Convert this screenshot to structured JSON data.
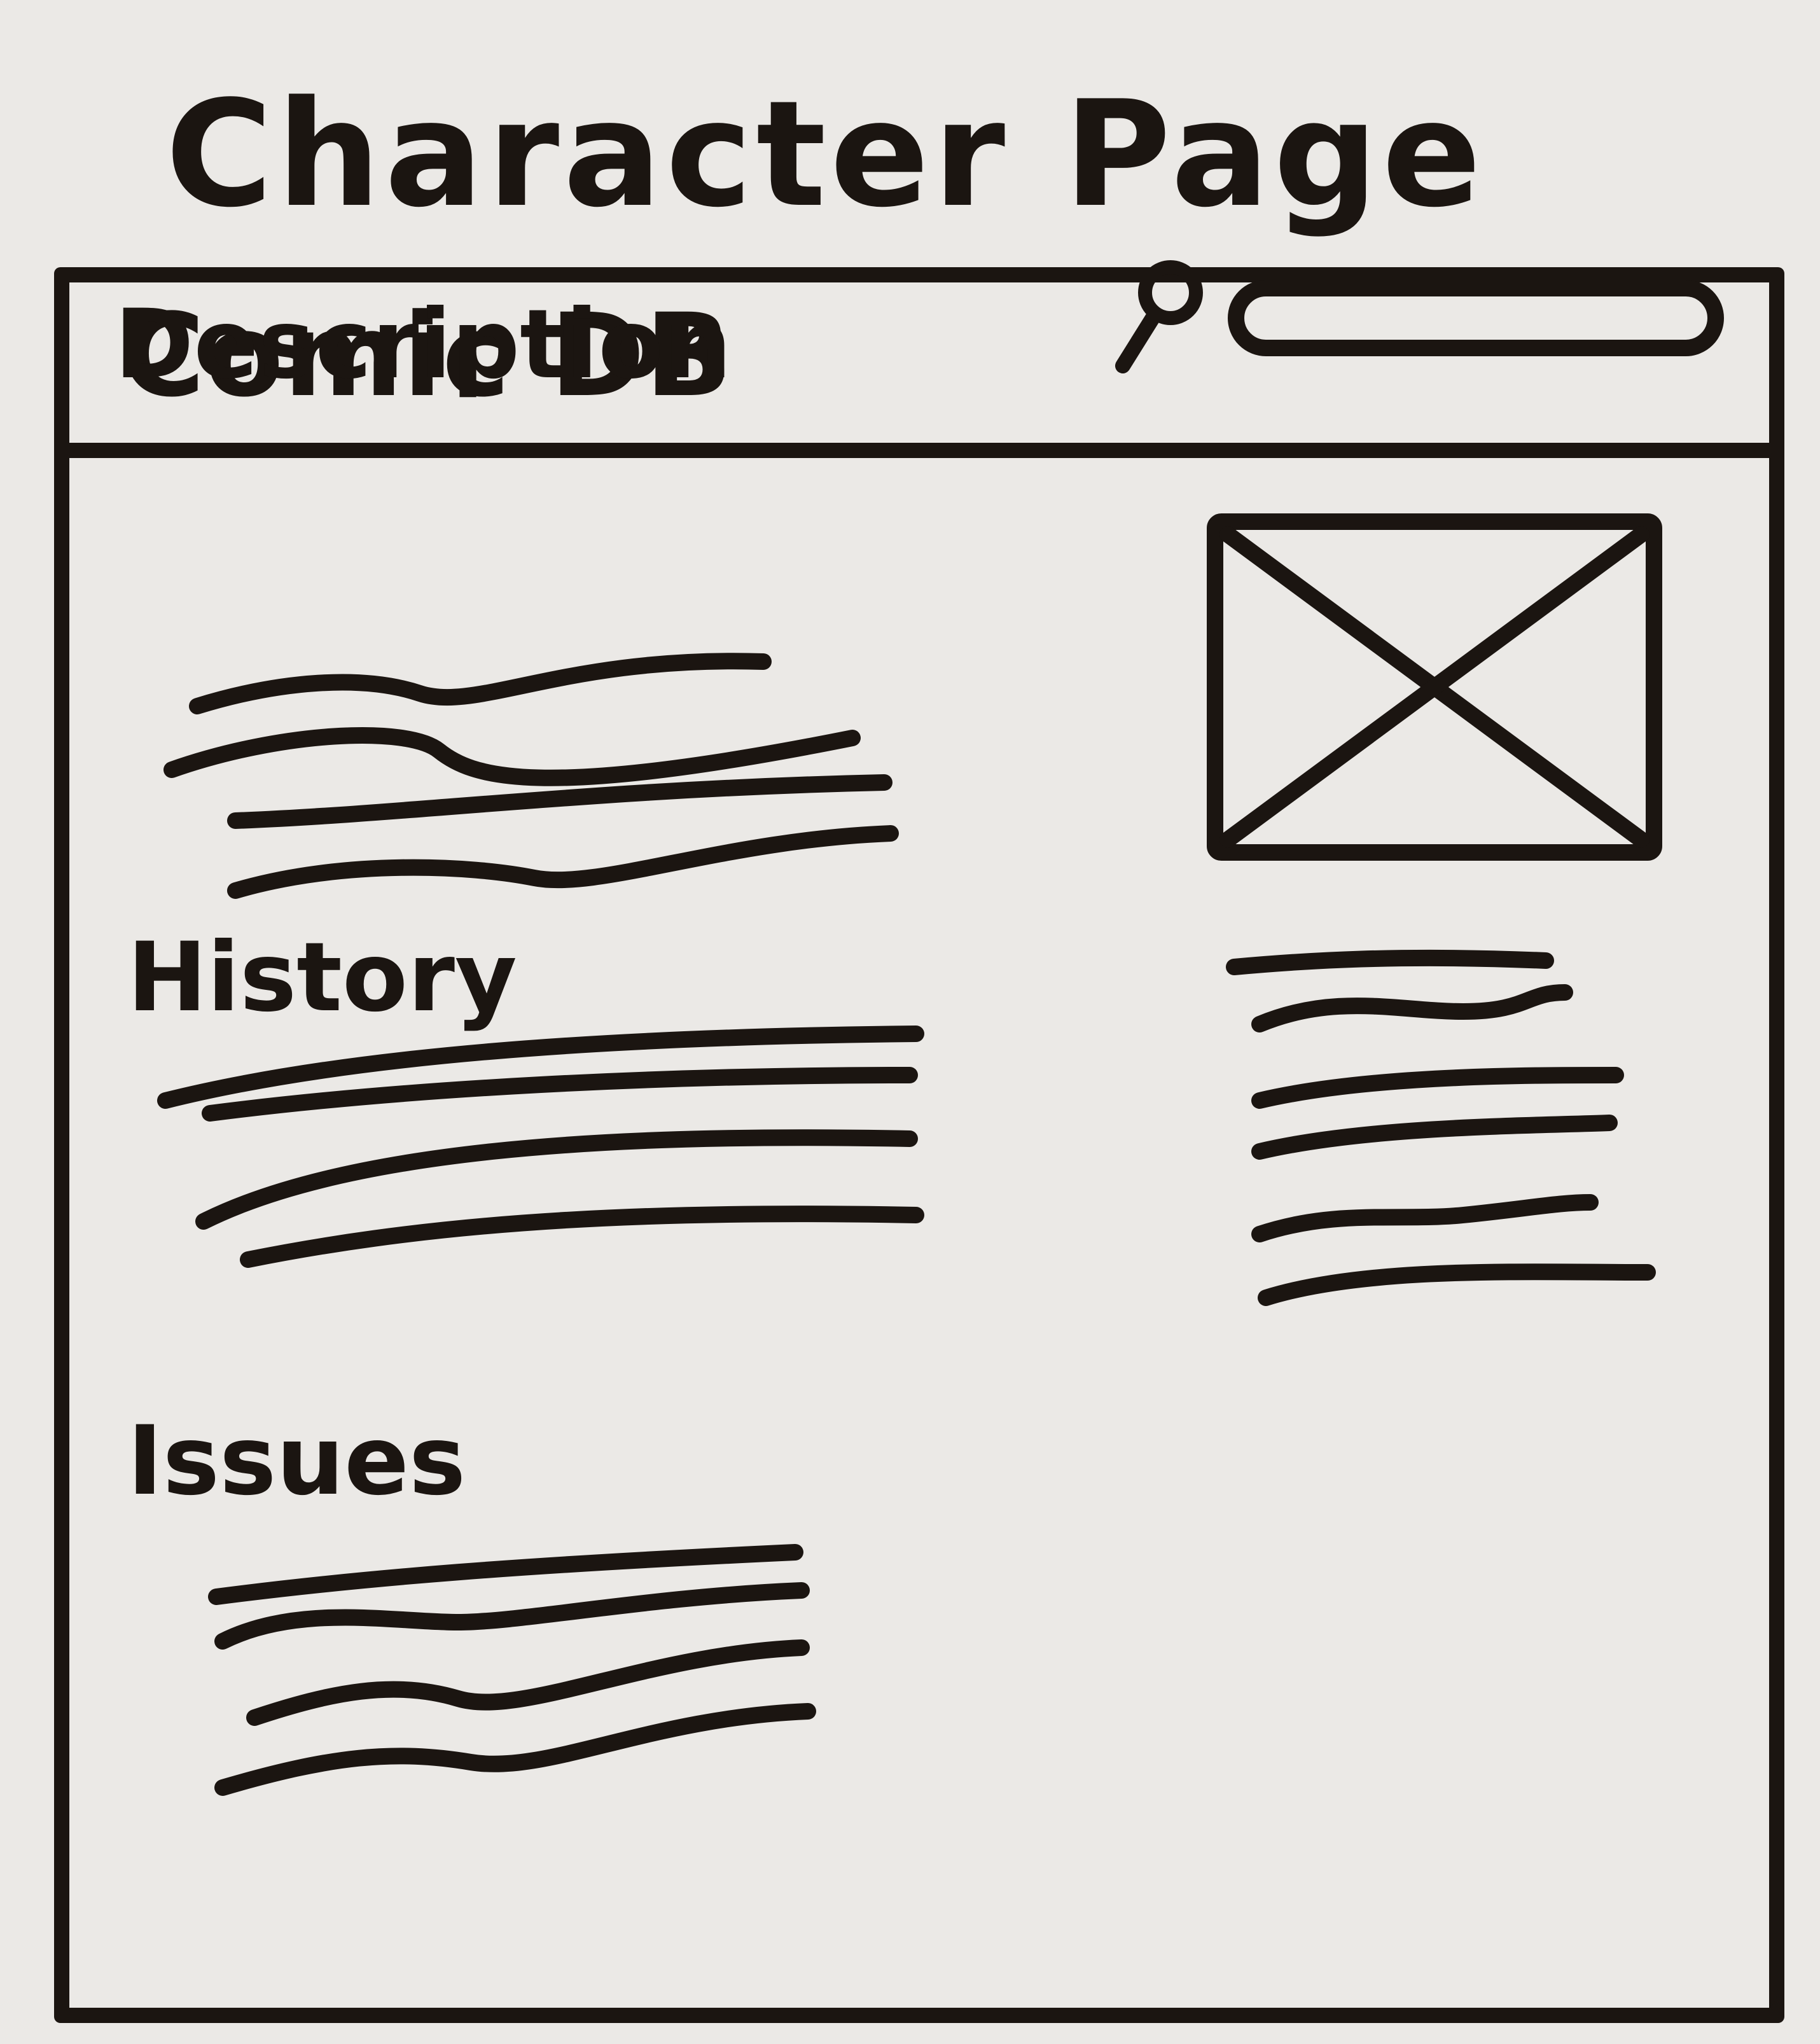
{
  "sketch_title": "Character Page",
  "header": {
    "brand": "Comic DB",
    "search_icon": "search-icon"
  },
  "main": {
    "sections": [
      {
        "heading": "Description"
      },
      {
        "heading": "History"
      },
      {
        "heading": "Issues"
      }
    ]
  },
  "sidebar": {
    "image_placeholder_icon": "image-placeholder-icon"
  },
  "ink_color": "#1b1511",
  "board_color": "#ebe9e6"
}
